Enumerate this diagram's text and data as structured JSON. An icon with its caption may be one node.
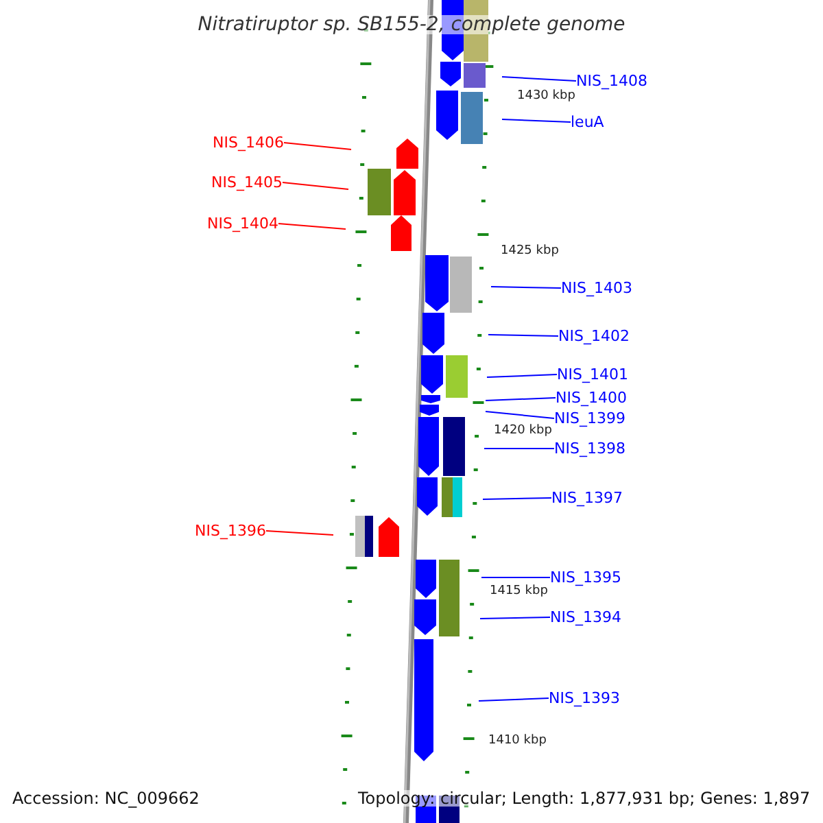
{
  "diagram": {
    "title": "Nitratiruptor sp. SB155-2, complete genome",
    "nodes": [
      {
        "text": [
          "NIS_1408"
        ]
      },
      {
        "text": [
          "leuA"
        ]
      },
      {
        "text": [
          "NIS_1406"
        ]
      },
      {
        "text": [
          "NIS_1405"
        ]
      },
      {
        "text": [
          "NIS_1404"
        ]
      },
      {
        "text": [
          "NIS_1403"
        ]
      },
      {
        "text": [
          "NIS_1402"
        ]
      },
      {
        "text": [
          "NIS_1401"
        ]
      },
      {
        "text": [
          "NIS_1400"
        ]
      },
      {
        "text": [
          "NIS_1399"
        ]
      },
      {
        "text": [
          "NIS_1398"
        ]
      },
      {
        "text": [
          "NIS_1397"
        ]
      },
      {
        "text": [
          "NIS_1396"
        ]
      },
      {
        "text": [
          "NIS_1395"
        ]
      },
      {
        "text": [
          "NIS_1394"
        ]
      },
      {
        "text": [
          "NIS_1393"
        ]
      }
    ],
    "edges": [
      {
        "from": 0,
        "to": null,
        "arrow": "none"
      },
      {
        "from": 1,
        "to": null,
        "arrow": "none"
      },
      {
        "from": 2,
        "to": null,
        "arrow": "none",
        "color": "#ff0000"
      },
      {
        "from": 3,
        "to": null,
        "arrow": "none",
        "color": "#ff0000"
      },
      {
        "from": 4,
        "to": null,
        "arrow": "none",
        "color": "#ff0000"
      },
      {
        "from": 5,
        "to": null,
        "arrow": "none"
      },
      {
        "from": 6,
        "to": null,
        "arrow": "none"
      },
      {
        "from": 7,
        "to": null,
        "arrow": "none"
      },
      {
        "from": 8,
        "to": null,
        "arrow": "none"
      },
      {
        "from": 9,
        "to": null,
        "arrow": "none"
      },
      {
        "from": 10,
        "to": null,
        "arrow": "none"
      },
      {
        "from": 11,
        "to": null,
        "arrow": "none"
      },
      {
        "from": 12,
        "to": null,
        "arrow": "none",
        "color": "#ff0000"
      },
      {
        "from": 13,
        "to": null,
        "arrow": "none"
      },
      {
        "from": 14,
        "to": null,
        "arrow": "none"
      },
      {
        "from": 15,
        "to": null,
        "arrow": "none"
      }
    ],
    "labels": [
      "1430 kbp",
      "1425 kbp",
      "1420 kbp",
      "1415 kbp",
      "1410 kbp",
      "Accession: NC_009662",
      "Topology: circular; Length: 1,877,931 bp; Genes: 1,897"
    ]
  }
}
